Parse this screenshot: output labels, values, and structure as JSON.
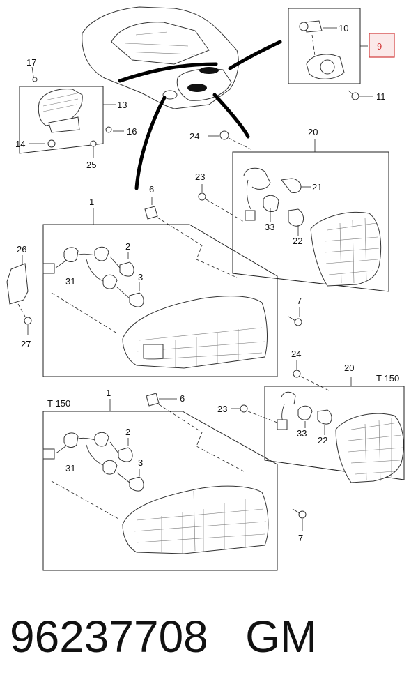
{
  "callouts": {
    "c1a": "1",
    "c2a": "2",
    "c3a": "3",
    "c6a": "6",
    "c7a": "7",
    "c9": "9",
    "c10": "10",
    "c11": "11",
    "c13": "13",
    "c14": "14",
    "c16": "16",
    "c17": "17",
    "c20a": "20",
    "c21": "21",
    "c22a": "22",
    "c23a": "23",
    "c24a": "24",
    "c25": "25",
    "c26": "26",
    "c27": "27",
    "c31a": "31",
    "c33a": "33",
    "c1b": "1",
    "c2b": "2",
    "c3b": "3",
    "c6b": "6",
    "c7b": "7",
    "c20b": "20",
    "c22b": "22",
    "c23b": "23",
    "c24b": "24",
    "c31b": "31",
    "c33b": "33"
  },
  "variant_labels": {
    "t150_left": "T-150",
    "t150_right": "T-150"
  },
  "highlight_color": "#d23a3a",
  "footer": {
    "part_number": "96237708",
    "brand": "GM"
  }
}
